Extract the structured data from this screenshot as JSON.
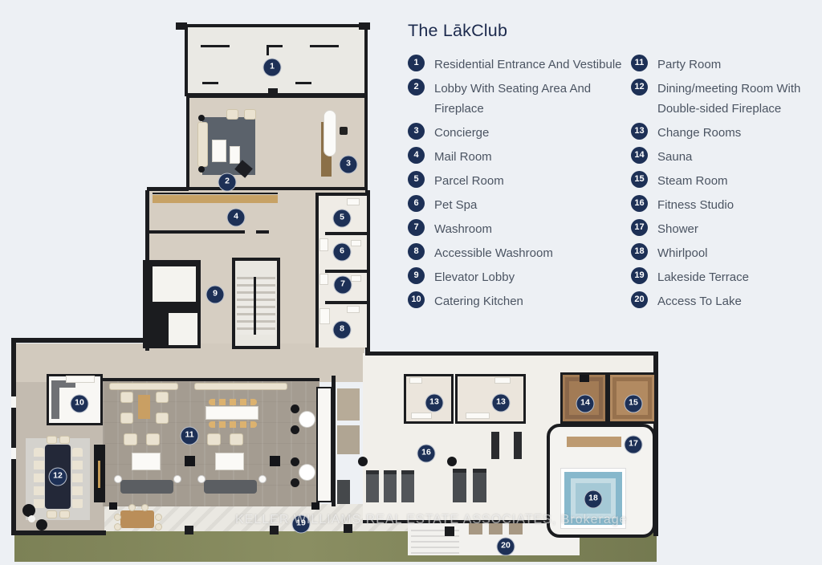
{
  "title": "The LākClub",
  "watermark": "KELLER WILLIAMS REAL ESTATE ASSOCIATES, Brokerage",
  "colors": {
    "background": "#edf0f4",
    "badge_navy": "#1d3056",
    "wall": "#1b1c1f",
    "pool_water": "#87b8cc",
    "grass": "#81865a",
    "wood_floor": "#a49c91",
    "legend_text": "#4b5462"
  },
  "legend": {
    "column1": [
      {
        "num": "1",
        "label": "Residential Entrance And Vestibule"
      },
      {
        "num": "2",
        "label": "Lobby With Seating Area And Fireplace"
      },
      {
        "num": "3",
        "label": "Concierge"
      },
      {
        "num": "4",
        "label": "Mail Room"
      },
      {
        "num": "5",
        "label": "Parcel Room"
      },
      {
        "num": "6",
        "label": "Pet Spa"
      },
      {
        "num": "7",
        "label": "Washroom"
      },
      {
        "num": "8",
        "label": "Accessible Washroom"
      },
      {
        "num": "9",
        "label": "Elevator Lobby"
      },
      {
        "num": "10",
        "label": "Catering Kitchen"
      }
    ],
    "column2": [
      {
        "num": "11",
        "label": "Party Room"
      },
      {
        "num": "12",
        "label": "Dining/meeting Room With Double-sided Fireplace"
      },
      {
        "num": "13",
        "label": "Change Rooms"
      },
      {
        "num": "14",
        "label": "Sauna"
      },
      {
        "num": "15",
        "label": "Steam Room"
      },
      {
        "num": "16",
        "label": "Fitness Studio"
      },
      {
        "num": "17",
        "label": "Shower"
      },
      {
        "num": "18",
        "label": "Whirlpool"
      },
      {
        "num": "19",
        "label": "Lakeside Terrace"
      },
      {
        "num": "20",
        "label": "Access To Lake"
      }
    ]
  },
  "plan": {
    "markers": [
      {
        "n": "1"
      },
      {
        "n": "2"
      },
      {
        "n": "3"
      },
      {
        "n": "4"
      },
      {
        "n": "5"
      },
      {
        "n": "6"
      },
      {
        "n": "7"
      },
      {
        "n": "8"
      },
      {
        "n": "9"
      },
      {
        "n": "10"
      },
      {
        "n": "11"
      },
      {
        "n": "12"
      },
      {
        "n": "13"
      },
      {
        "n": "13"
      },
      {
        "n": "14"
      },
      {
        "n": "15"
      },
      {
        "n": "16"
      },
      {
        "n": "17"
      },
      {
        "n": "18"
      },
      {
        "n": "19"
      },
      {
        "n": "20"
      }
    ]
  }
}
